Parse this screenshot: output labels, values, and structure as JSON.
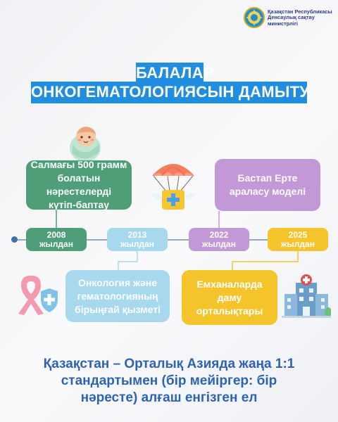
{
  "header": {
    "ministry_lines": [
      "Қазақстан Республикасы",
      "Денсаулық сақтау",
      "министрлігі"
    ],
    "emblem_icon": "kazakhstan-emblem-icon"
  },
  "title": {
    "line1": "БАЛАЛАР",
    "line2": "ОНКОГЕМАТОЛОГИЯСЫН ДАМЫТУ"
  },
  "timeline": [
    {
      "year": "2008",
      "suffix": "жылдан",
      "color": "#4e9e77",
      "text": "Салмағы 500 грамм\nболатын нәрестелерді\nкүтіп-баптау",
      "icon": "baby-icon"
    },
    {
      "year": "2013",
      "suffix": "жылдан",
      "color": "#a8d8ee",
      "text": "Онкология және\nгематологияның\nбірыңғай қызметі",
      "icon": "cancer-ribbon-shield-icon"
    },
    {
      "year": "2022",
      "suffix": "жылдан",
      "color": "#c299d6",
      "text": "Бастап Ерте\nараласу моделі",
      "icon": "parachute-medkit-icon"
    },
    {
      "year": "2025",
      "suffix": "жылдан",
      "color": "#f4c42a",
      "text": "Емханаларда\nдаму\nорталықтары",
      "icon": "hospital-icon"
    }
  ],
  "footer": {
    "lines": [
      "Қазақстан – Орталық Азияда жаңа 1:1",
      "стандартымен (бір мейіргер: бір",
      "нәресте) алғаш енгізген ел"
    ]
  },
  "colors": {
    "title_bg": "#1f8de0",
    "footer_text": "#2d62b4",
    "timeline_line": "#8fa9c4"
  }
}
